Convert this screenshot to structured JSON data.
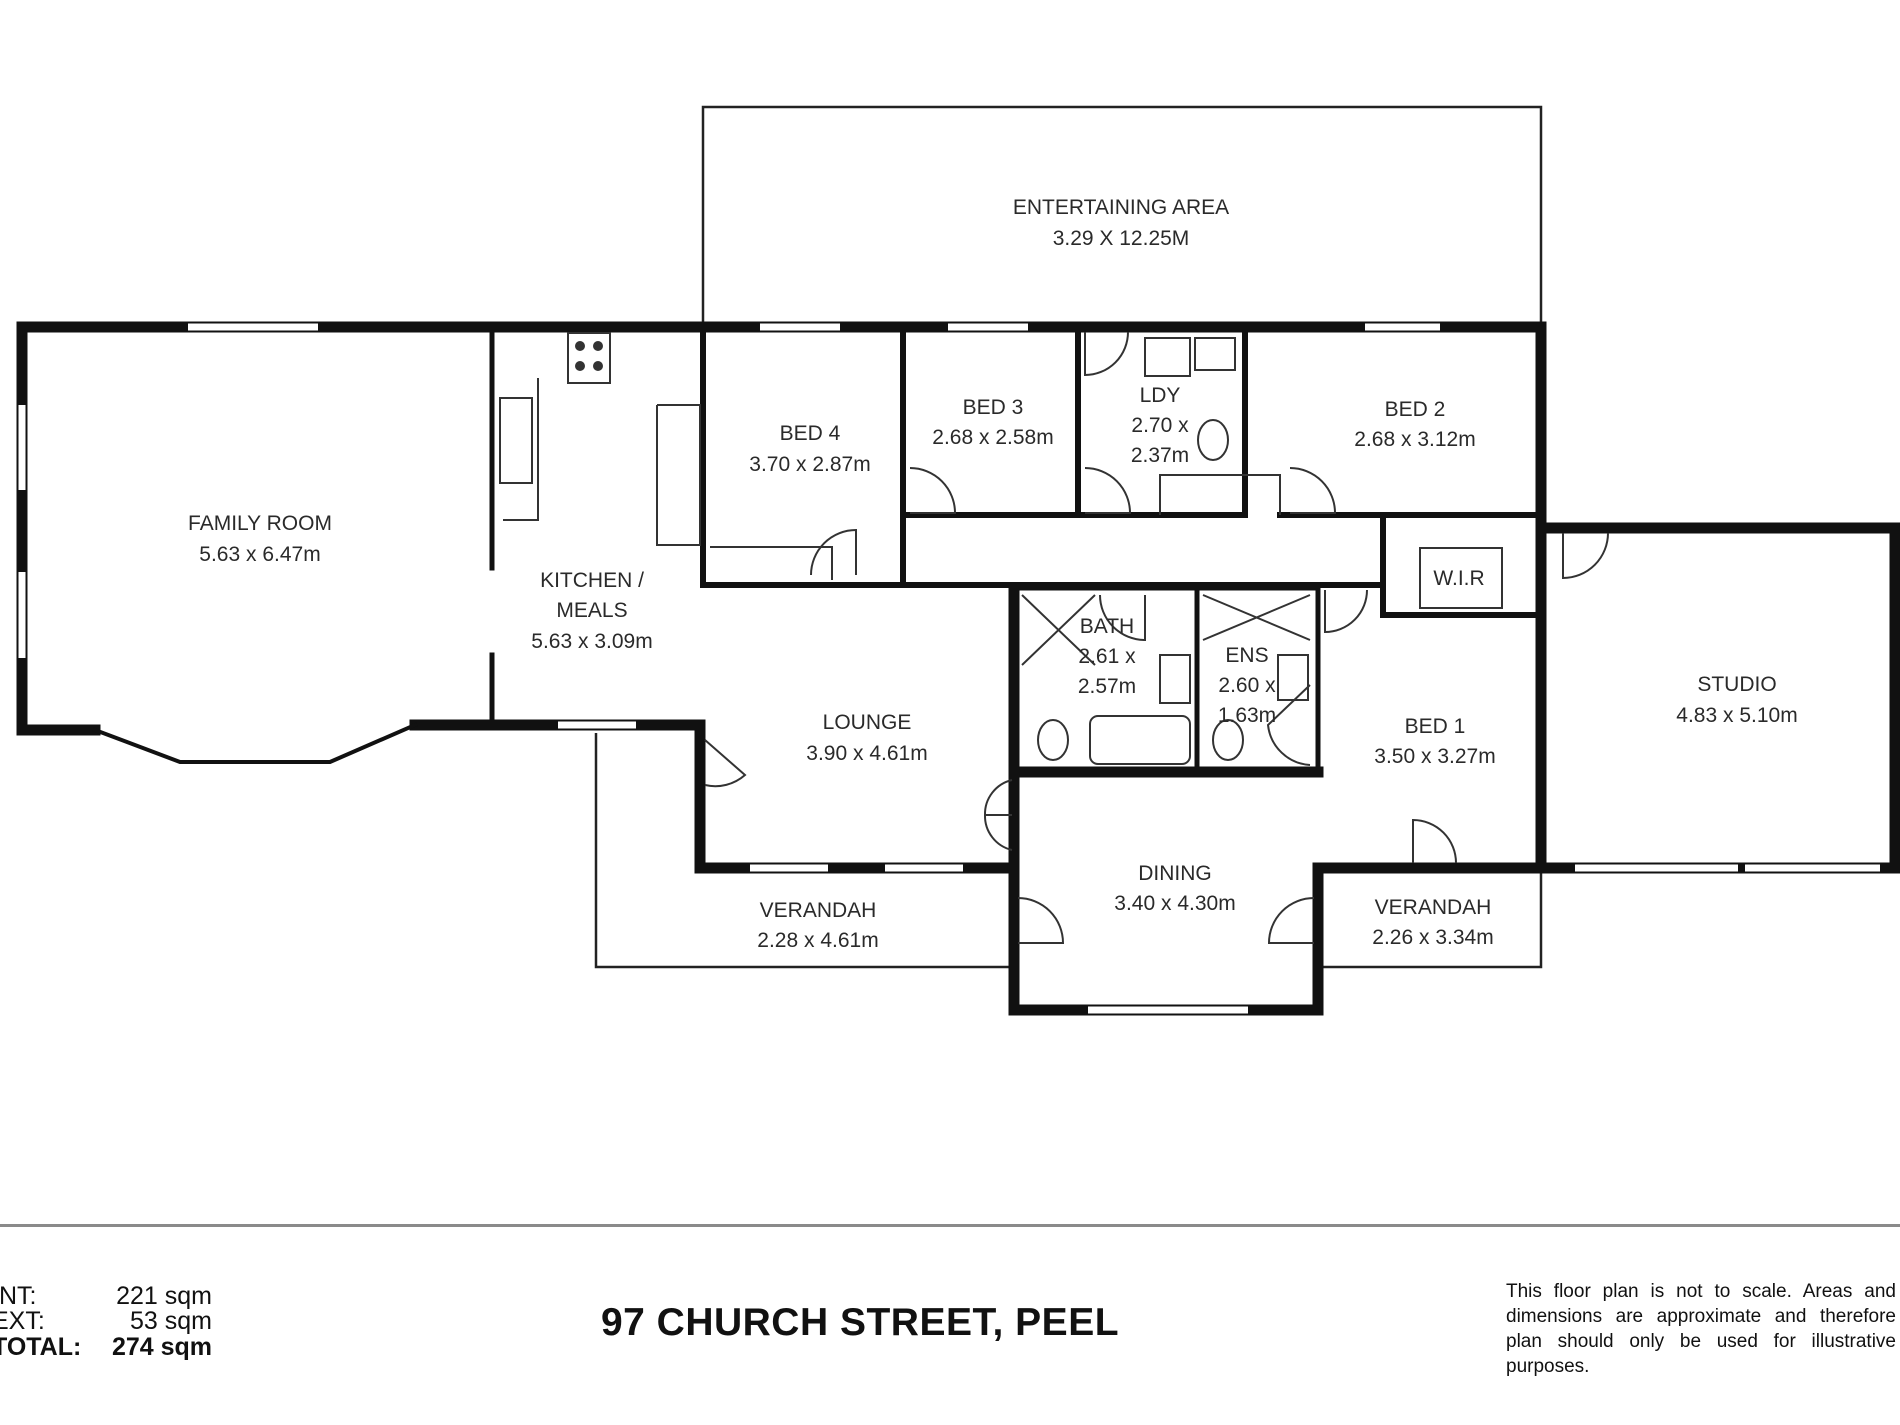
{
  "rooms": {
    "entertaining": {
      "name": "ENTERTAINING AREA",
      "dims": "3.29 X 12.25M"
    },
    "family": {
      "name": "FAMILY ROOM",
      "dims": "5.63 x 6.47m"
    },
    "kitchen": {
      "name_l1": "KITCHEN /",
      "name_l2": "MEALS",
      "dims": "5.63 x 3.09m"
    },
    "bed4": {
      "name": "BED 4",
      "dims": "3.70 x 2.87m"
    },
    "bed3": {
      "name": "BED 3",
      "dims": "2.68 x 2.58m"
    },
    "ldy": {
      "name": "LDY",
      "dims_l1": "2.70 x",
      "dims_l2": "2.37m"
    },
    "bed2": {
      "name": "BED 2",
      "dims": "2.68 x 3.12m"
    },
    "wir": {
      "name": "W.I.R"
    },
    "bath": {
      "name": "BATH",
      "dims_l1": "2.61 x",
      "dims_l2": "2.57m"
    },
    "ens": {
      "name": "ENS",
      "dims_l1": "2.60 x",
      "dims_l2": "1.63m"
    },
    "lounge": {
      "name": "LOUNGE",
      "dims": "3.90 x 4.61m"
    },
    "bed1": {
      "name": "BED 1",
      "dims": "3.50 x 3.27m"
    },
    "studio": {
      "name": "STUDIO",
      "dims": "4.83 x 5.10m"
    },
    "dining": {
      "name": "DINING",
      "dims": "3.40 x 4.30m"
    },
    "verandah_west": {
      "name": "VERANDAH",
      "dims": "2.28 x 4.61m"
    },
    "verandah_east": {
      "name": "VERANDAH",
      "dims": "2.26 x 3.34m"
    }
  },
  "footer": {
    "int_label": "INT:",
    "int_value": "221 sqm",
    "ext_label": "EXT:",
    "ext_value": "53 sqm",
    "total_label": "TOTAL:",
    "total_value": "274 sqm",
    "address": "97 CHURCH STREET, PEEL",
    "disclaimer": "This floor plan is not to scale. Areas and dimensions are approximate and therefore plan should only be used for illustrative purposes."
  },
  "colors": {
    "wall": "#111111",
    "line": "#222222",
    "rule": "#8a8a8a",
    "window": "#9a9a9a"
  }
}
